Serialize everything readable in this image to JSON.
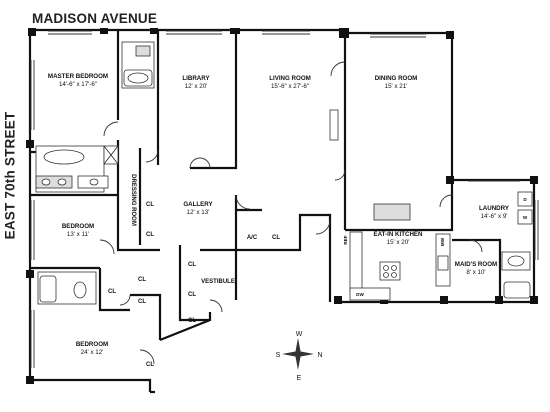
{
  "streets": {
    "north": "MADISON AVENUE",
    "west": "EAST 70th STREET"
  },
  "rooms": [
    {
      "id": "master-bedroom",
      "name": "MASTER BEDROOM",
      "dims": "14'-6\" x 17'-6\""
    },
    {
      "id": "library",
      "name": "LIBRARY",
      "dims": "12' x 20'"
    },
    {
      "id": "living-room",
      "name": "LIVING ROOM",
      "dims": "15'-6\" x 27'-6\""
    },
    {
      "id": "dining-room",
      "name": "DINING ROOM",
      "dims": "15' x 21'"
    },
    {
      "id": "gallery",
      "name": "GALLERY",
      "dims": "12' x 13'"
    },
    {
      "id": "bedroom-1",
      "name": "BEDROOM",
      "dims": "13' x 11'"
    },
    {
      "id": "bedroom-2",
      "name": "BEDROOM",
      "dims": "24' x 12'"
    },
    {
      "id": "eat-in-kitchen",
      "name": "EAT-IN KITCHEN",
      "dims": "15' x 20'"
    },
    {
      "id": "laundry",
      "name": "LAUNDRY",
      "dims": "14'-6\" x 9'"
    },
    {
      "id": "maids-room",
      "name": "MAID'S ROOM",
      "dims": "8' x 10'"
    }
  ],
  "labels": {
    "dressing_room": "DRESSING ROOM",
    "vestibule": "VESTIBULE",
    "ac": "A/C",
    "closet": "CL",
    "ref": "REF",
    "dw": "DW",
    "mw": "MW",
    "washer": "W",
    "dryer": "D"
  },
  "compass": {
    "north": "N",
    "south": "S",
    "east": "E",
    "west": "W"
  }
}
